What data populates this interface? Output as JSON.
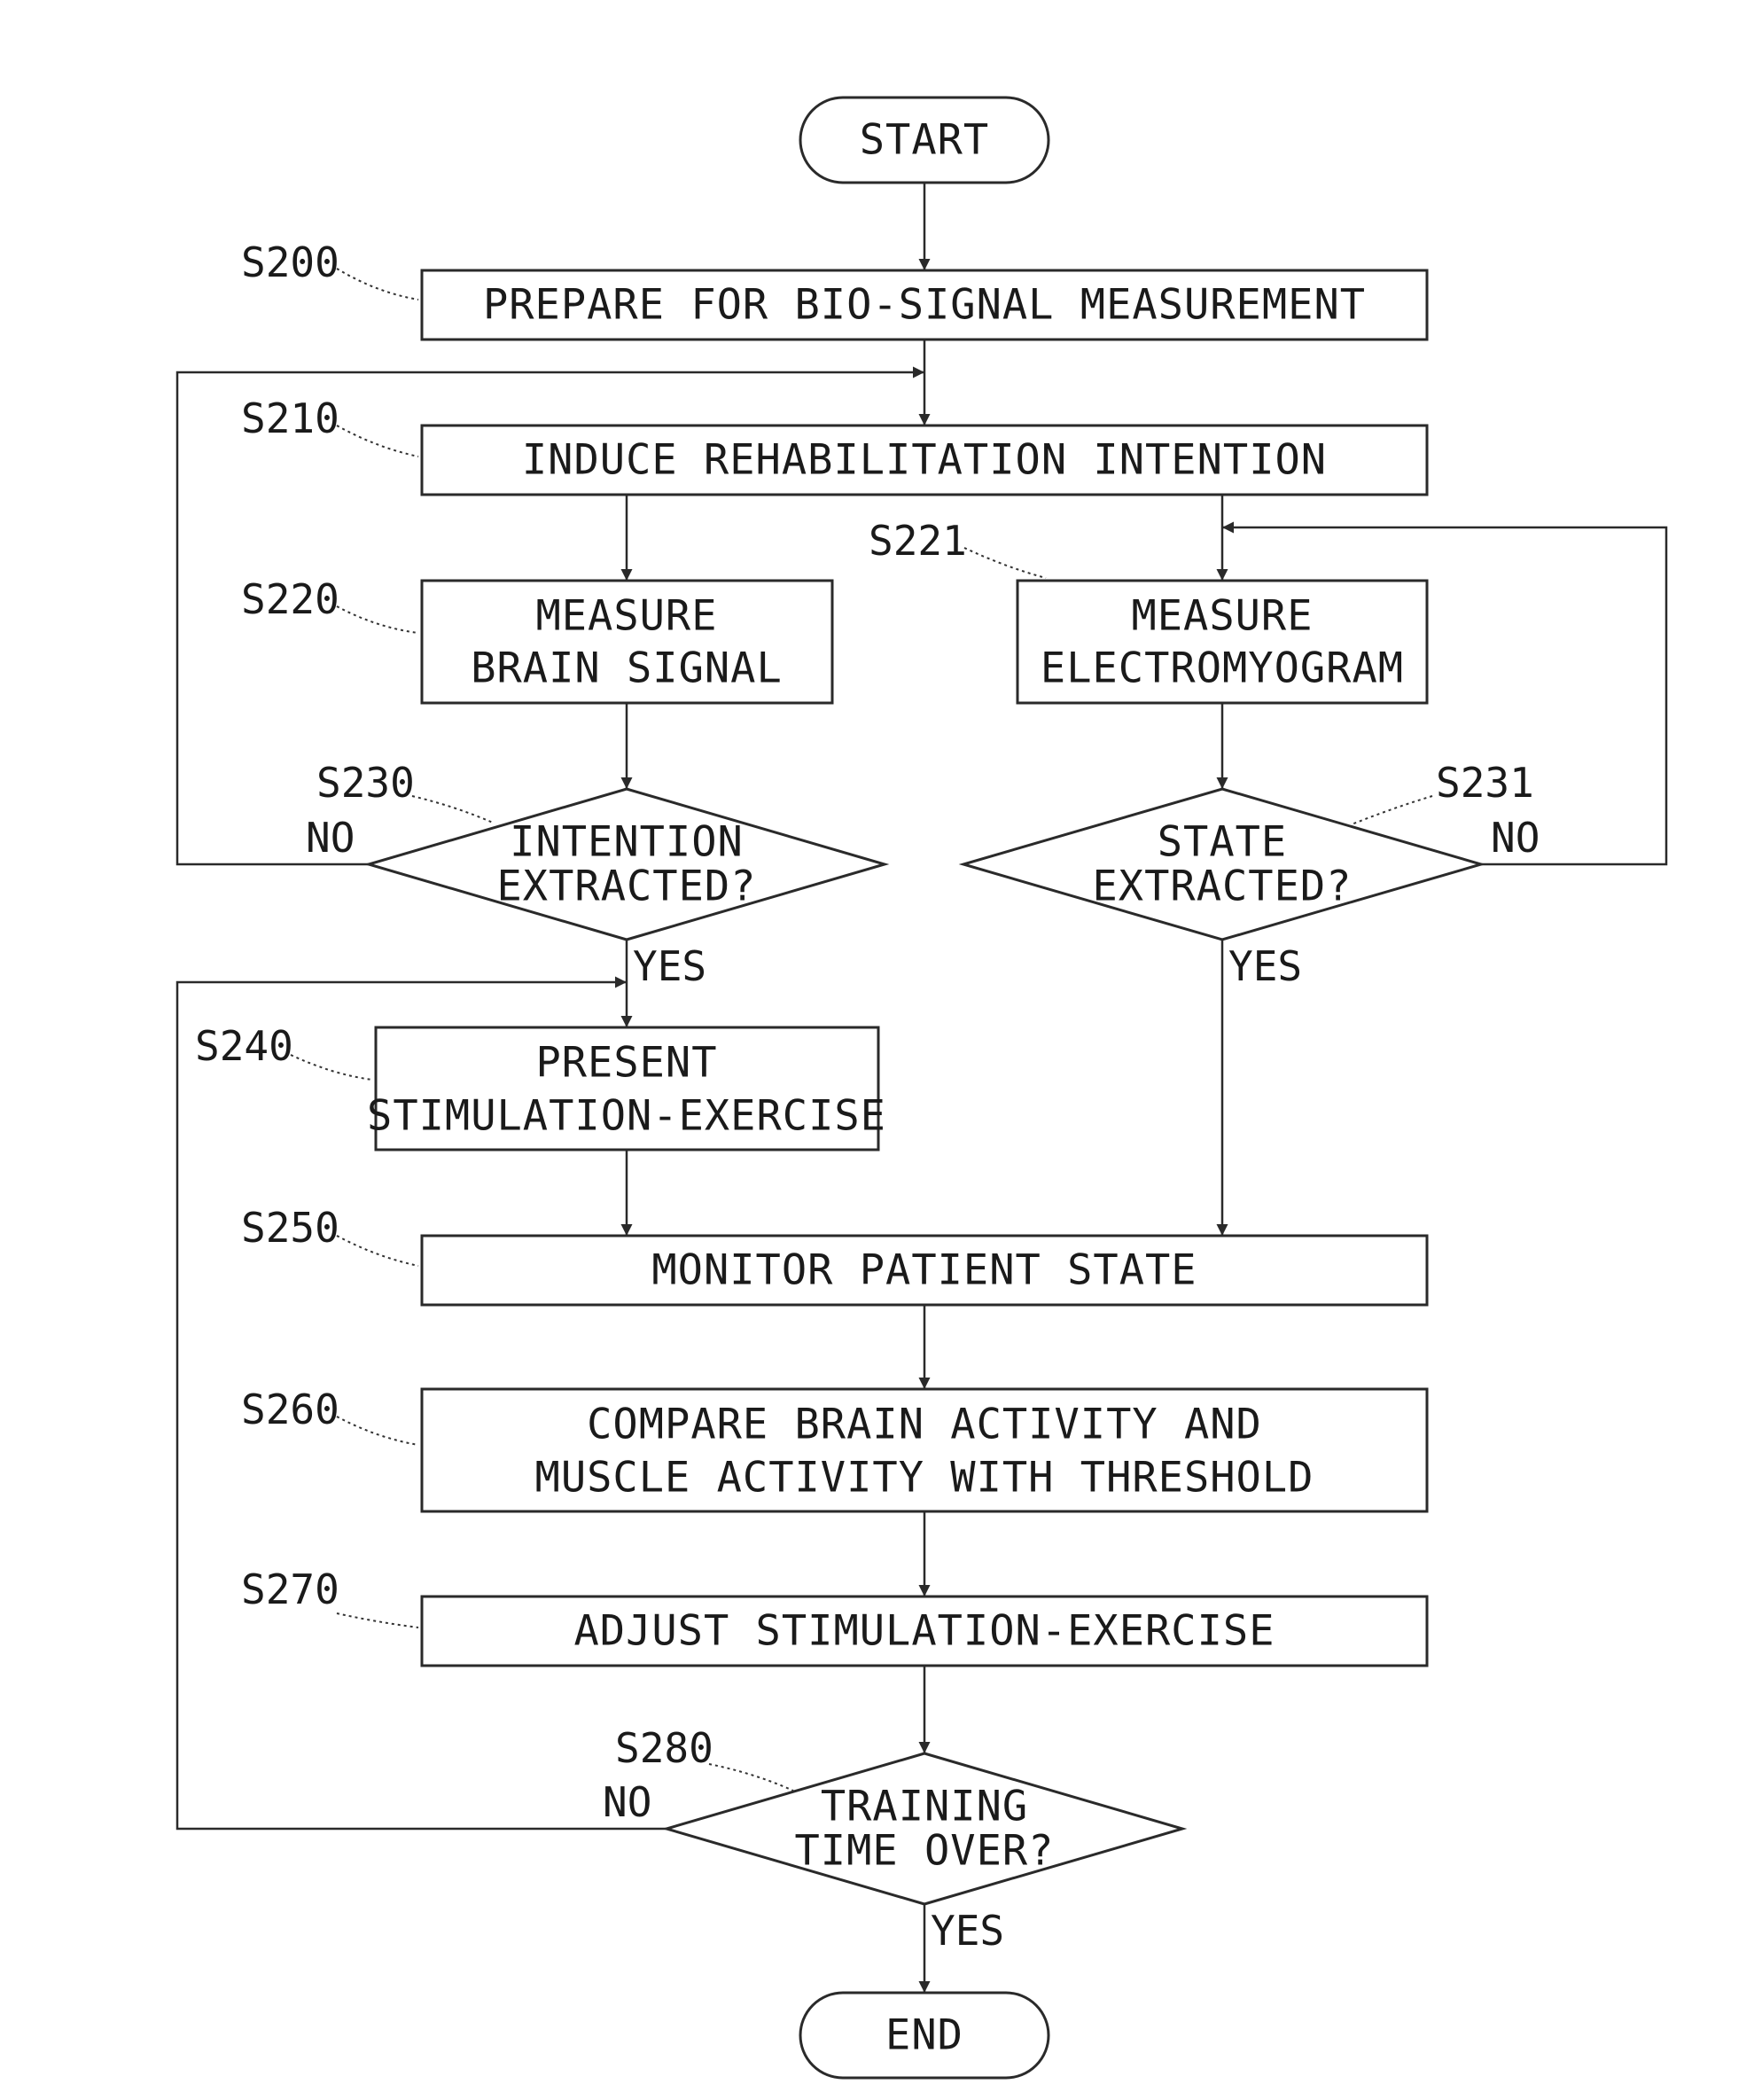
{
  "terminals": {
    "start": "START",
    "end": "END"
  },
  "steps": {
    "s200": {
      "id": "S200",
      "lines": [
        "PREPARE FOR BIO-SIGNAL MEASUREMENT"
      ]
    },
    "s210": {
      "id": "S210",
      "lines": [
        "INDUCE REHABILITATION INTENTION"
      ]
    },
    "s220": {
      "id": "S220",
      "lines": [
        "MEASURE",
        "BRAIN SIGNAL"
      ]
    },
    "s221": {
      "id": "S221",
      "lines": [
        "MEASURE",
        "ELECTROMYOGRAM"
      ]
    },
    "s230": {
      "id": "S230",
      "lines": [
        "INTENTION",
        "EXTRACTED?"
      ]
    },
    "s231": {
      "id": "S231",
      "lines": [
        "STATE",
        "EXTRACTED?"
      ]
    },
    "s240": {
      "id": "S240",
      "lines": [
        "PRESENT",
        "STIMULATION-EXERCISE"
      ]
    },
    "s250": {
      "id": "S250",
      "lines": [
        "MONITOR PATIENT STATE"
      ]
    },
    "s260": {
      "id": "S260",
      "lines": [
        "COMPARE BRAIN ACTIVITY AND",
        "MUSCLE ACTIVITY WITH THRESHOLD"
      ]
    },
    "s270": {
      "id": "S270",
      "lines": [
        "ADJUST STIMULATION-EXERCISE"
      ]
    },
    "s280": {
      "id": "S280",
      "lines": [
        "TRAINING",
        "TIME OVER?"
      ]
    }
  },
  "branches": {
    "s230_no": "NO",
    "s230_yes": "YES",
    "s231_no": "NO",
    "s231_yes": "YES",
    "s280_no": "NO",
    "s280_yes": "YES"
  }
}
